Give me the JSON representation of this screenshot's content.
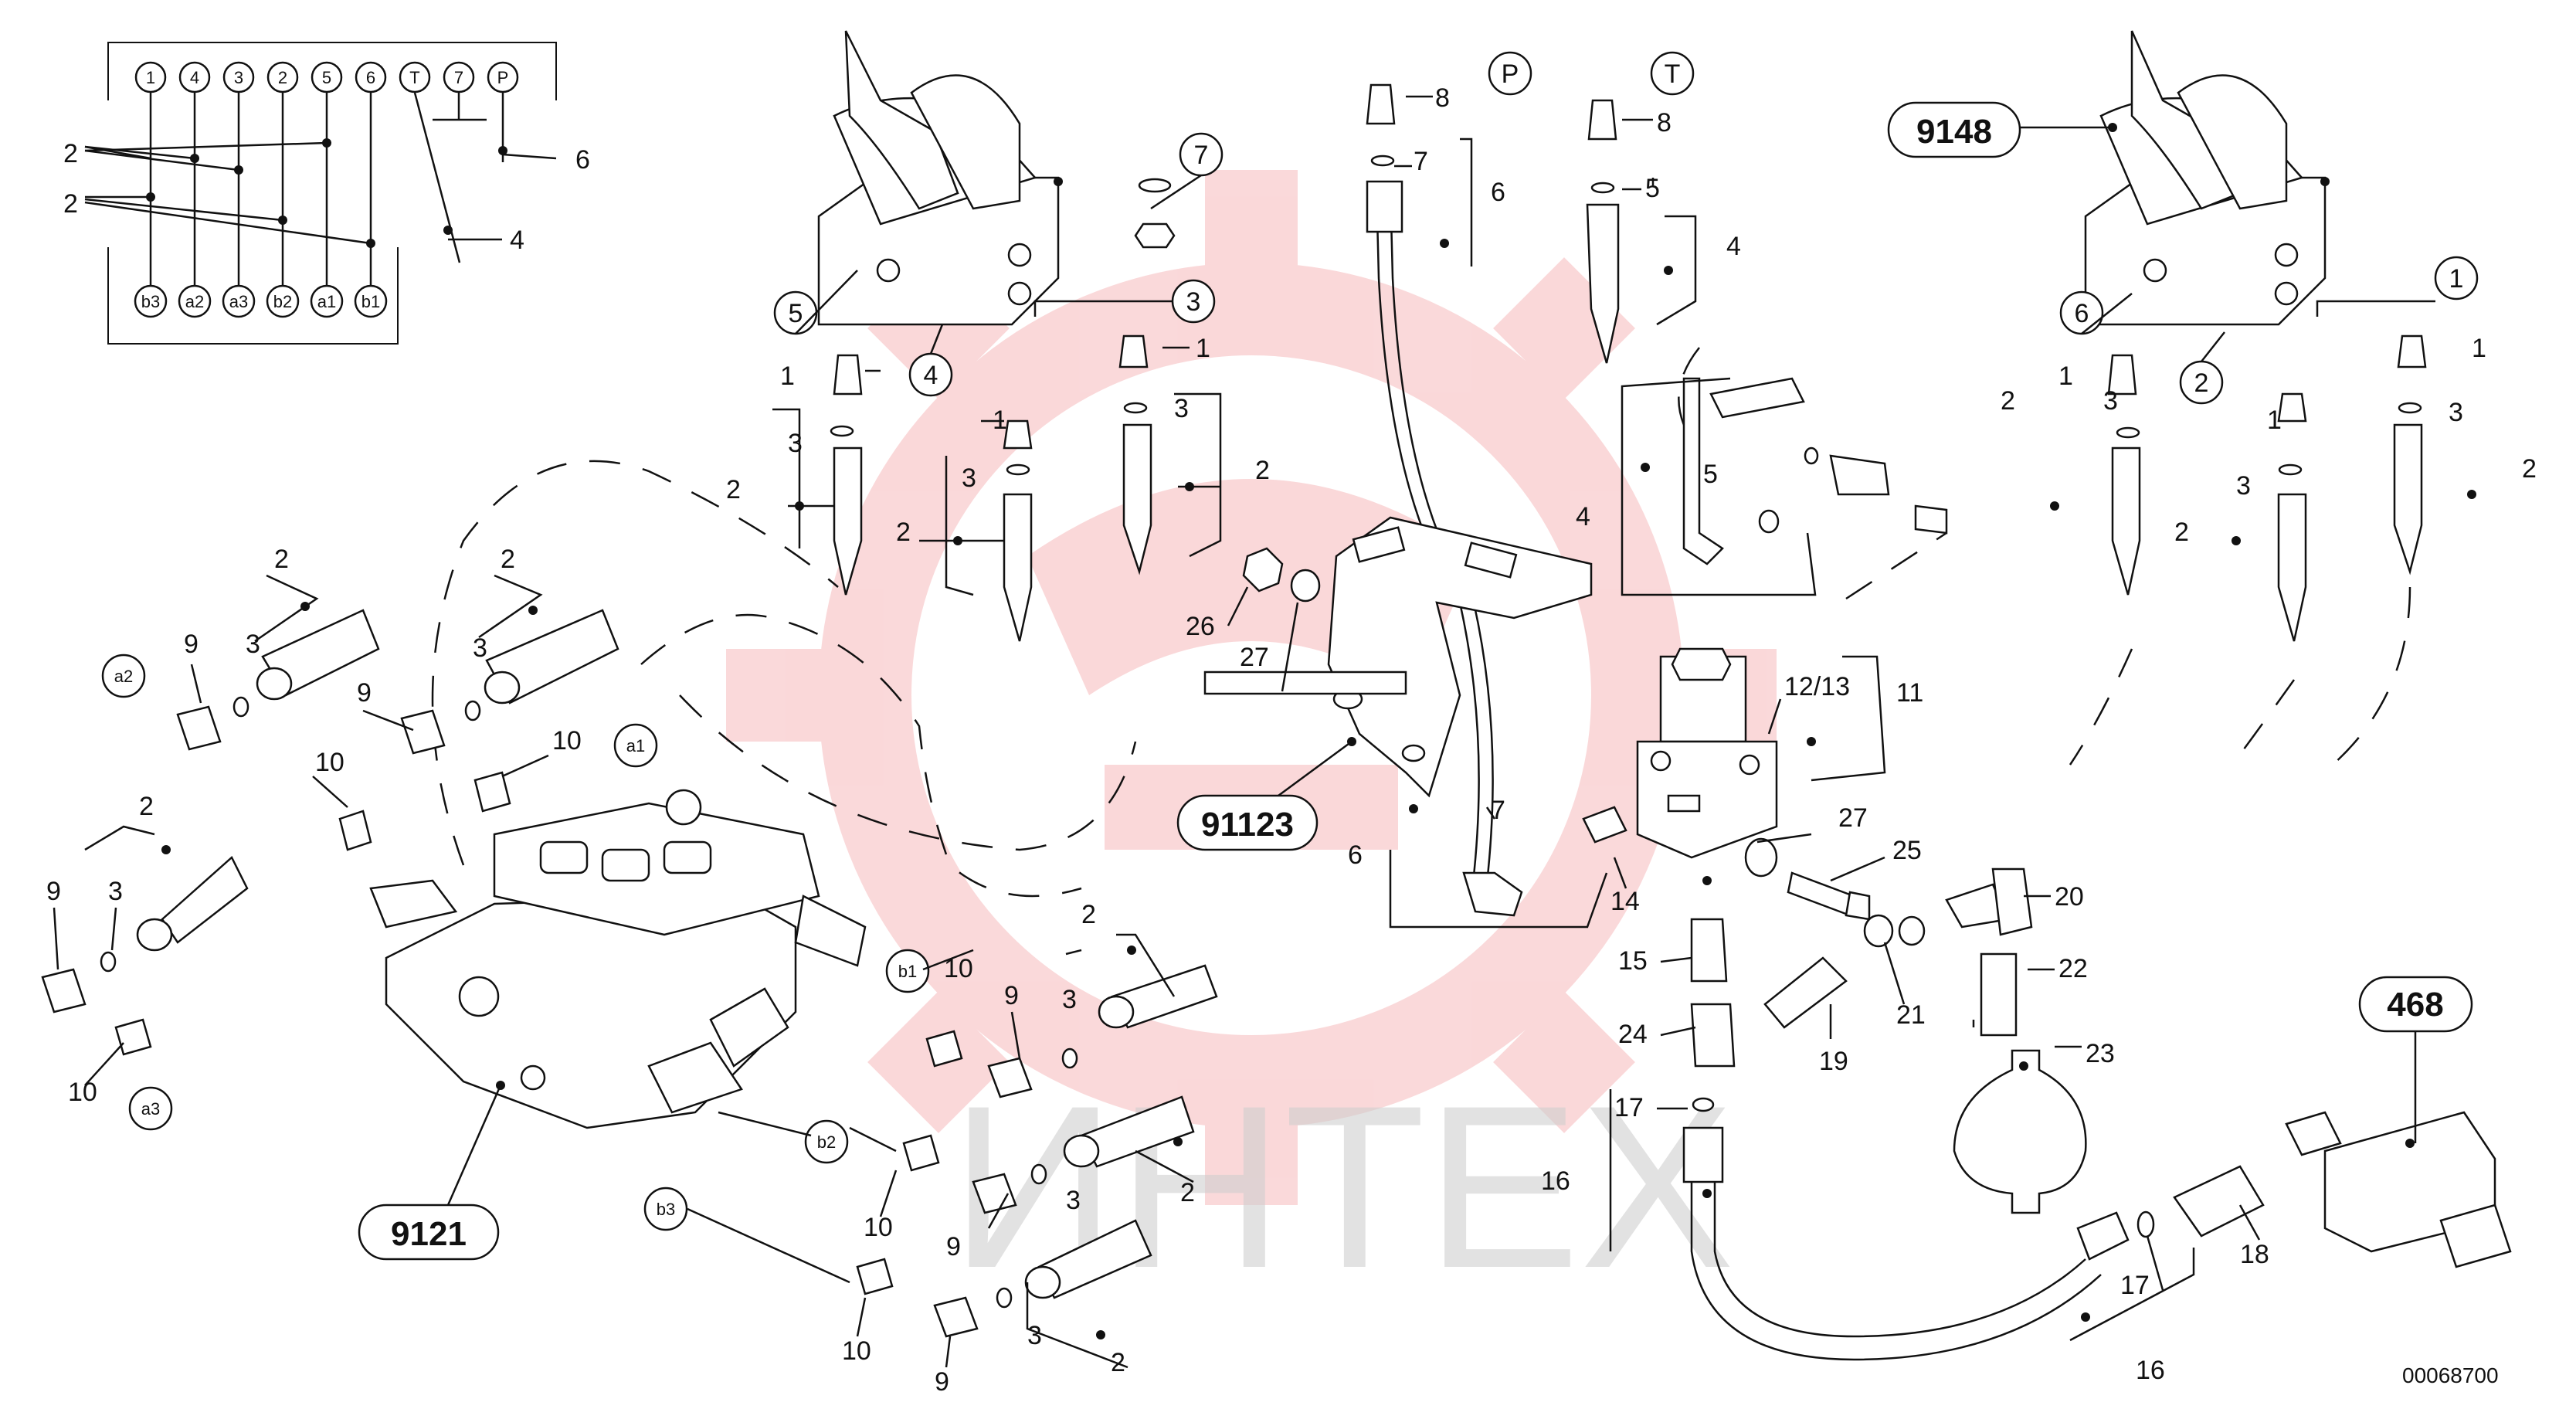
{
  "watermark": {
    "text": "ИНТЕХ",
    "color": "#e8333a"
  },
  "drawing_code": "00068700",
  "assemblies": {
    "valve_block": "9121",
    "left_joystick": "9148",
    "bracket": "91123",
    "accumulator_valve": "468"
  },
  "port_circles": {
    "a1": "a1",
    "a2": "a2",
    "a3": "a3",
    "b1": "b1",
    "b2": "b2",
    "b3": "b3",
    "p": "P",
    "t": "T",
    "seven": "7",
    "one": "1",
    "two": "2",
    "three": "3",
    "four": "4",
    "five": "5",
    "six": "6"
  },
  "schematic": {
    "top_ports": [
      "1",
      "4",
      "3",
      "2",
      "5",
      "6",
      "T",
      "7",
      "P"
    ],
    "bottom_ports": [
      "b3",
      "a2",
      "a3",
      "b2",
      "a1",
      "b1"
    ],
    "labels": {
      "two_a": "2",
      "two_b": "2",
      "four": "4",
      "six": "6"
    }
  },
  "callouts": {
    "n1": "1",
    "n2": "2",
    "n3": "3",
    "n4": "4",
    "n5": "5",
    "n6": "6",
    "n7": "7",
    "n8": "8",
    "n9": "9",
    "n10": "10",
    "n11": "11",
    "n12_13": "12/13",
    "n14": "14",
    "n15": "15",
    "n16": "16",
    "n17": "17",
    "n18": "18",
    "n19": "19",
    "n20": "20",
    "n21": "21",
    "n22": "22",
    "n23": "23",
    "n24": "24",
    "n25": "25",
    "n26": "26",
    "n27": "27"
  }
}
